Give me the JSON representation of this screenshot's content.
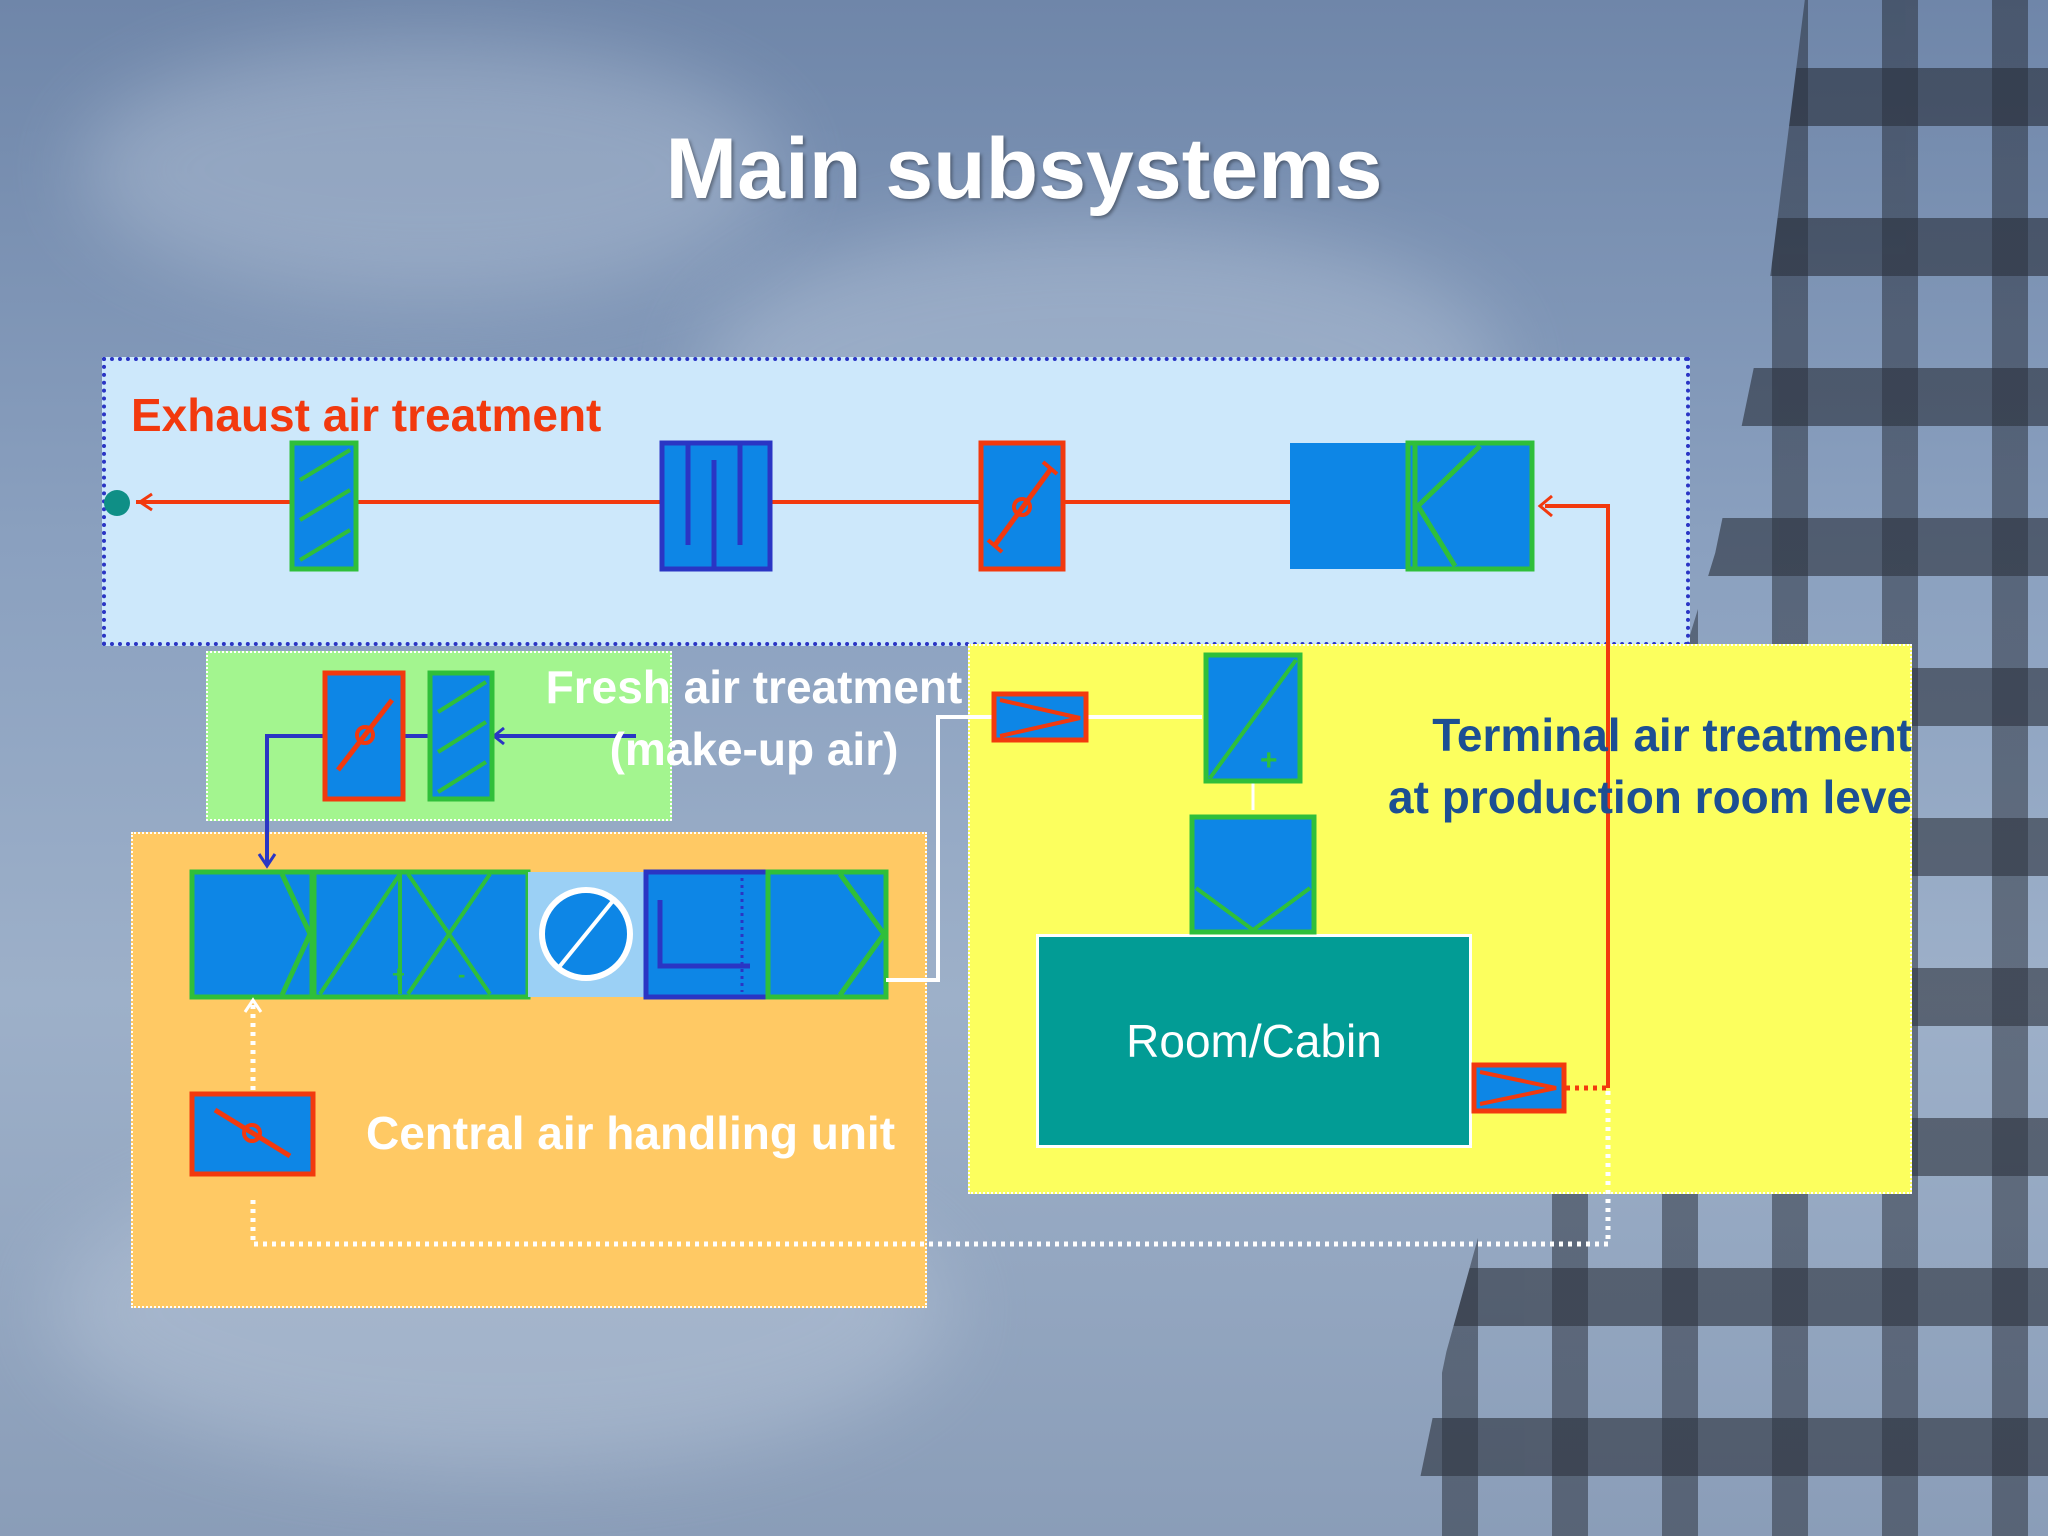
{
  "slide": {
    "title": "Main subsystems"
  },
  "subsystems": {
    "exhaust": {
      "label": "Exhaust air treatment"
    },
    "fresh": {
      "label_line1": "Fresh air treatment",
      "label_line2": "(make-up air)"
    },
    "terminal": {
      "label_line1": "Terminal air treatment",
      "label_line2": "at production room leve"
    },
    "central": {
      "label": "Central air handling unit"
    },
    "room": {
      "label": "Room/Cabin"
    }
  },
  "colors": {
    "exhaust_line": "#f2390e",
    "fresh_line": "#2a35c4",
    "supply_line": "#ffffff",
    "component_fill": "#0d86e6",
    "filter_border": "#2fbf3a",
    "damper_border": "#f2390e"
  }
}
